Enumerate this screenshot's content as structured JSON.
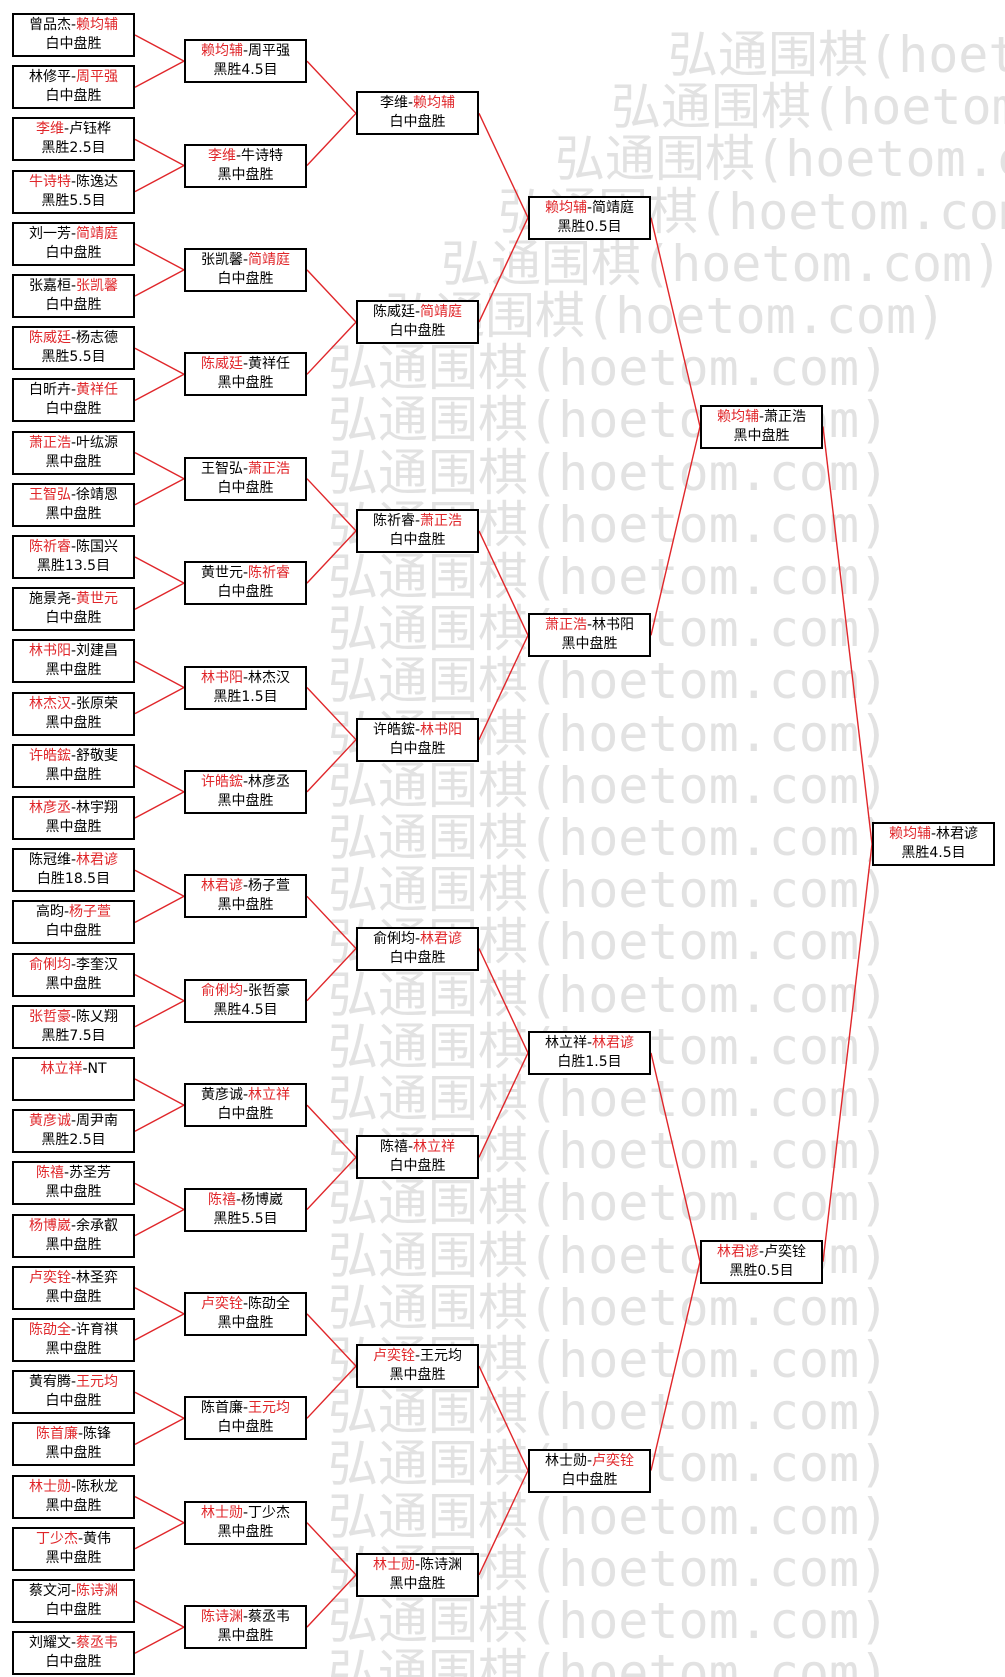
{
  "watermark": "弘通围棋(hoetom.com)",
  "colors": {
    "winner": "#e0262a",
    "line": "#e0262a",
    "border": "#000000"
  },
  "rounds": [
    [
      {
        "a": "曾品杰",
        "b": "赖均辅",
        "w": "b",
        "r": "白中盘胜"
      },
      {
        "a": "林修平",
        "b": "周平强",
        "w": "b",
        "r": "白中盘胜"
      },
      {
        "a": "李维",
        "b": "卢钰桦",
        "w": "a",
        "r": "黑胜2.5目"
      },
      {
        "a": "牛诗特",
        "b": "陈逸达",
        "w": "a",
        "r": "黑胜5.5目"
      },
      {
        "a": "刘一芳",
        "b": "简靖庭",
        "w": "b",
        "r": "白中盘胜"
      },
      {
        "a": "张嘉桓",
        "b": "张凯馨",
        "w": "b",
        "r": "白中盘胜"
      },
      {
        "a": "陈威廷",
        "b": "杨志德",
        "w": "a",
        "r": "黑胜5.5目"
      },
      {
        "a": "白昕卉",
        "b": "黄祥任",
        "w": "b",
        "r": "白中盘胜"
      },
      {
        "a": "萧正浩",
        "b": "叶纮源",
        "w": "a",
        "r": "黑中盘胜"
      },
      {
        "a": "王智弘",
        "b": "徐靖恩",
        "w": "a",
        "r": "黑中盘胜"
      },
      {
        "a": "陈祈睿",
        "b": "陈国兴",
        "w": "a",
        "r": "黑胜13.5目"
      },
      {
        "a": "施景尧",
        "b": "黄世元",
        "w": "b",
        "r": "白中盘胜"
      },
      {
        "a": "林书阳",
        "b": "刘建昌",
        "w": "a",
        "r": "黑中盘胜"
      },
      {
        "a": "林杰汉",
        "b": "张原荣",
        "w": "a",
        "r": "黑中盘胜"
      },
      {
        "a": "许皓鋐",
        "b": "舒敬斐",
        "w": "a",
        "r": "黑中盘胜"
      },
      {
        "a": "林彦丞",
        "b": "林宇翔",
        "w": "a",
        "r": "黑中盘胜"
      },
      {
        "a": "陈冠维",
        "b": "林君谚",
        "w": "b",
        "r": "白胜18.5目"
      },
      {
        "a": "高昀",
        "b": "杨子萱",
        "w": "b",
        "r": "白中盘胜"
      },
      {
        "a": "俞俐均",
        "b": "李奎汉",
        "w": "a",
        "r": "黑中盘胜"
      },
      {
        "a": "张哲豪",
        "b": "陈乂翔",
        "w": "a",
        "r": "黑胜7.5目"
      },
      {
        "a": "林立祥",
        "b": "NT",
        "w": "a",
        "r": ""
      },
      {
        "a": "黄彦诚",
        "b": "周尹南",
        "w": "a",
        "r": "黑胜2.5目"
      },
      {
        "a": "陈禧",
        "b": "苏圣芳",
        "w": "a",
        "r": "黑中盘胜"
      },
      {
        "a": "杨博崴",
        "b": "余承叡",
        "w": "a",
        "r": "黑中盘胜"
      },
      {
        "a": "卢奕铨",
        "b": "林圣弈",
        "w": "a",
        "r": "黑中盘胜"
      },
      {
        "a": "陈劭全",
        "b": "许育祺",
        "w": "a",
        "r": "黑中盘胜"
      },
      {
        "a": "黄宥腾",
        "b": "王元均",
        "w": "b",
        "r": "白中盘胜"
      },
      {
        "a": "陈首廉",
        "b": "陈锋",
        "w": "a",
        "r": "黑中盘胜"
      },
      {
        "a": "林士勋",
        "b": "陈秋龙",
        "w": "a",
        "r": "黑中盘胜"
      },
      {
        "a": "丁少杰",
        "b": "黄伟",
        "w": "a",
        "r": "黑中盘胜"
      },
      {
        "a": "蔡文河",
        "b": "陈诗渊",
        "w": "b",
        "r": "白中盘胜"
      },
      {
        "a": "刘耀文",
        "b": "蔡丞韦",
        "w": "b",
        "r": "白中盘胜"
      }
    ],
    [
      {
        "a": "赖均辅",
        "b": "周平强",
        "w": "a",
        "r": "黑胜4.5目"
      },
      {
        "a": "李维",
        "b": "牛诗特",
        "w": "a",
        "r": "黑中盘胜"
      },
      {
        "a": "张凯馨",
        "b": "简靖庭",
        "w": "b",
        "r": "白中盘胜"
      },
      {
        "a": "陈威廷",
        "b": "黄祥任",
        "w": "a",
        "r": "黑中盘胜"
      },
      {
        "a": "王智弘",
        "b": "萧正浩",
        "w": "b",
        "r": "白中盘胜"
      },
      {
        "a": "黄世元",
        "b": "陈祈睿",
        "w": "b",
        "r": "白中盘胜"
      },
      {
        "a": "林书阳",
        "b": "林杰汉",
        "w": "a",
        "r": "黑胜1.5目"
      },
      {
        "a": "许皓鋐",
        "b": "林彦丞",
        "w": "a",
        "r": "黑中盘胜"
      },
      {
        "a": "林君谚",
        "b": "杨子萱",
        "w": "a",
        "r": "黑中盘胜"
      },
      {
        "a": "俞俐均",
        "b": "张哲豪",
        "w": "a",
        "r": "黑胜4.5目"
      },
      {
        "a": "黄彦诚",
        "b": "林立祥",
        "w": "b",
        "r": "白中盘胜"
      },
      {
        "a": "陈禧",
        "b": "杨博崴",
        "w": "a",
        "r": "黑胜5.5目"
      },
      {
        "a": "卢奕铨",
        "b": "陈劭全",
        "w": "a",
        "r": "黑中盘胜"
      },
      {
        "a": "陈首廉",
        "b": "王元均",
        "w": "b",
        "r": "白中盘胜"
      },
      {
        "a": "林士勋",
        "b": "丁少杰",
        "w": "a",
        "r": "黑中盘胜"
      },
      {
        "a": "陈诗渊",
        "b": "蔡丞韦",
        "w": "a",
        "r": "黑中盘胜"
      }
    ],
    [
      {
        "a": "李维",
        "b": "赖均辅",
        "w": "b",
        "r": "白中盘胜"
      },
      {
        "a": "陈威廷",
        "b": "简靖庭",
        "w": "b",
        "r": "白中盘胜"
      },
      {
        "a": "陈祈睿",
        "b": "萧正浩",
        "w": "b",
        "r": "白中盘胜"
      },
      {
        "a": "许皓鋐",
        "b": "林书阳",
        "w": "b",
        "r": "白中盘胜"
      },
      {
        "a": "俞俐均",
        "b": "林君谚",
        "w": "b",
        "r": "白中盘胜"
      },
      {
        "a": "陈禧",
        "b": "林立祥",
        "w": "b",
        "r": "白中盘胜"
      },
      {
        "a": "卢奕铨",
        "b": "王元均",
        "w": "a",
        "r": "黑中盘胜"
      },
      {
        "a": "林士勋",
        "b": "陈诗渊",
        "w": "a",
        "r": "黑中盘胜"
      }
    ],
    [
      {
        "a": "赖均辅",
        "b": "简靖庭",
        "w": "a",
        "r": "黑胜0.5目"
      },
      {
        "a": "萧正浩",
        "b": "林书阳",
        "w": "a",
        "r": "黑中盘胜"
      },
      {
        "a": "林立祥",
        "b": "林君谚",
        "w": "b",
        "r": "白胜1.5目"
      },
      {
        "a": "林士勋",
        "b": "卢奕铨",
        "w": "b",
        "r": "白中盘胜"
      }
    ],
    [
      {
        "a": "赖均辅",
        "b": "萧正浩",
        "w": "a",
        "r": "黑中盘胜"
      },
      {
        "a": "林君谚",
        "b": "卢奕铨",
        "w": "a",
        "r": "黑胜0.5目"
      }
    ],
    [
      {
        "a": "赖均辅",
        "b": "林君谚",
        "w": "a",
        "r": "黑胜4.5目"
      }
    ]
  ]
}
